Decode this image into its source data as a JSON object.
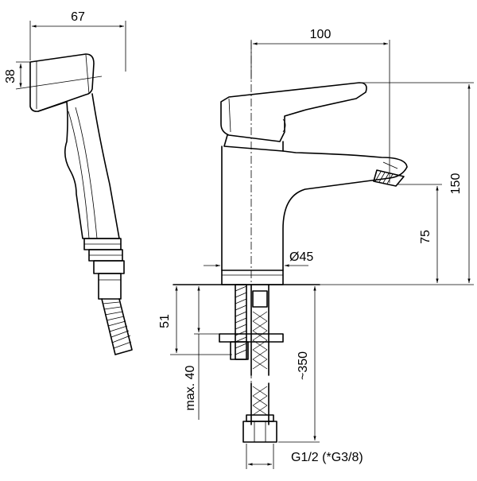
{
  "dimensions": {
    "shower_width": "67",
    "shower_height": "38",
    "spout_reach": "100",
    "total_height": "150",
    "spout_height": "75",
    "body_diameter": "Ø45",
    "shank_length": "51",
    "max_counter_thickness": "max. 40",
    "hose_length": "~350",
    "connection_thread": "G1/2 (*G3/8)"
  },
  "colors": {
    "line": "#000000",
    "background": "#ffffff"
  }
}
